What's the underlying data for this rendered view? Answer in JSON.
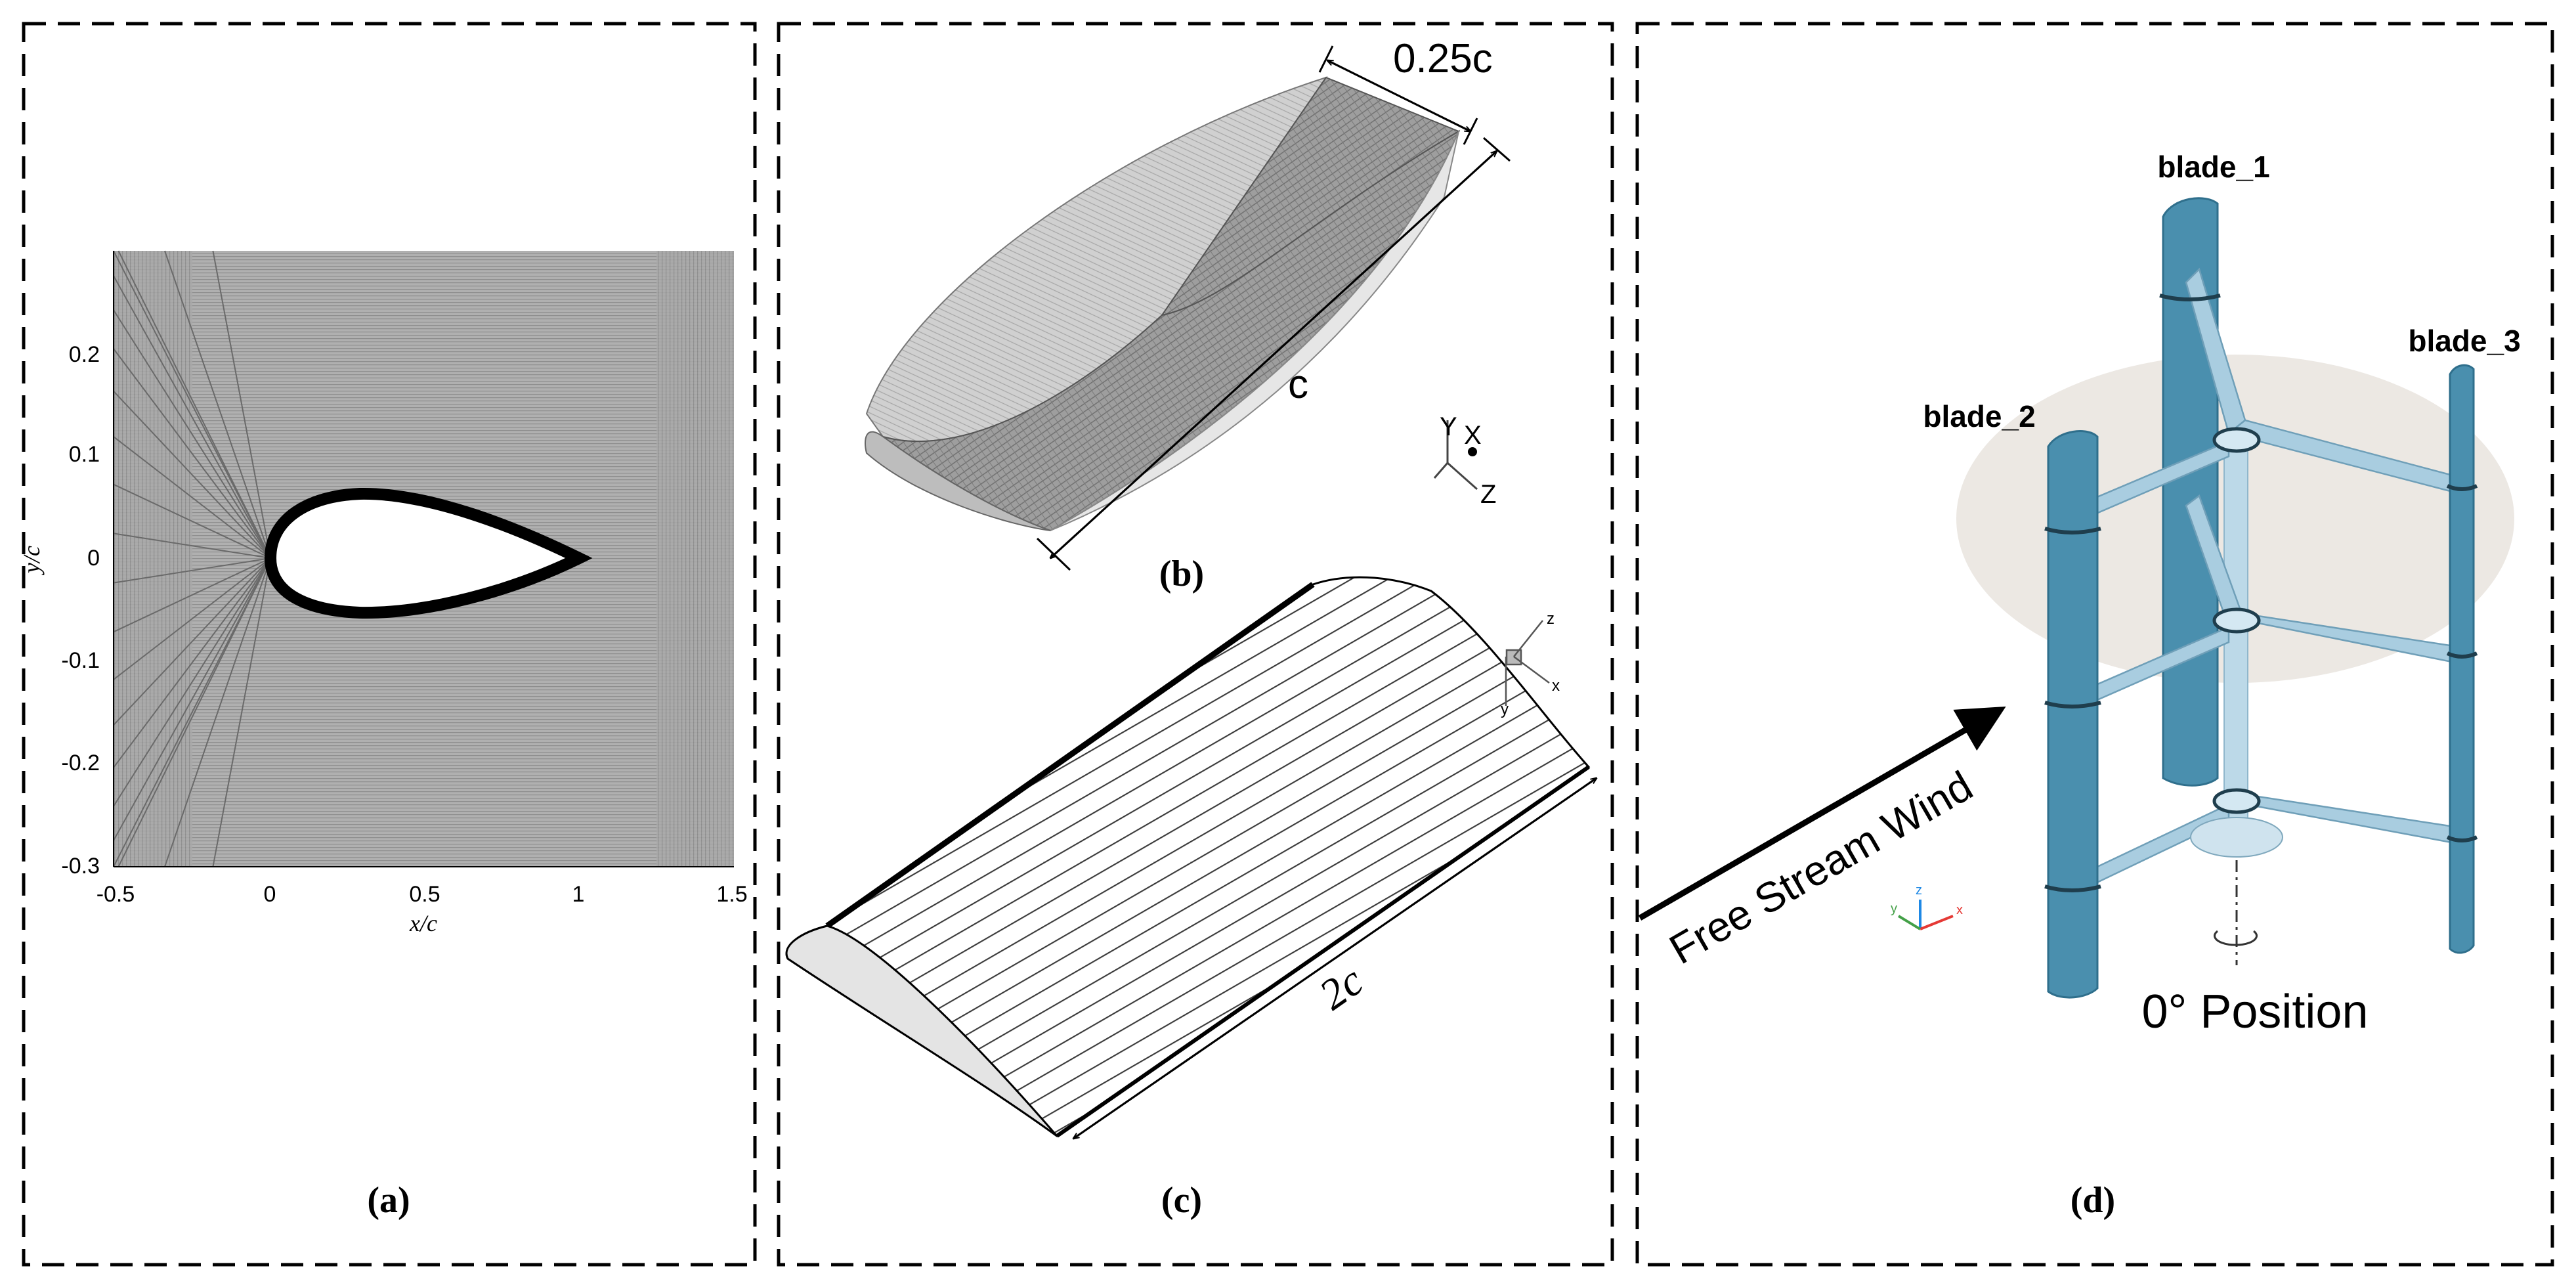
{
  "panels": {
    "a": {
      "label": "(a)",
      "xlabel": "x/c",
      "ylabel": "y/c",
      "xticks": [
        "-0.5",
        "0",
        "0.5",
        "1",
        "1.5"
      ],
      "yticks": [
        "0.2",
        "0.1",
        "0",
        "-0.1",
        "-0.2",
        "-0.3"
      ]
    },
    "b": {
      "label": "(b)",
      "dim_span": "0.25c",
      "dim_chord": "c",
      "axis_y": "Y",
      "axis_x": "X",
      "axis_z": "Z"
    },
    "c": {
      "label": "(c)",
      "dim_span": "2c",
      "axis_z": "z",
      "axis_x": "x",
      "axis_y": "y"
    },
    "d": {
      "label": "(d)",
      "blade_1": "blade_1",
      "blade_2": "blade_2",
      "blade_3": "blade_3",
      "wind": "Free Stream Wind",
      "position": "0° Position",
      "triad_z": "z",
      "triad_y": "y",
      "triad_x": "x"
    }
  },
  "colors": {
    "mesh_gray": "#a8a8a8",
    "blade_blue": "#4a8fae",
    "blade_dark": "#2f6f8c",
    "disk": "#e9e4de"
  }
}
